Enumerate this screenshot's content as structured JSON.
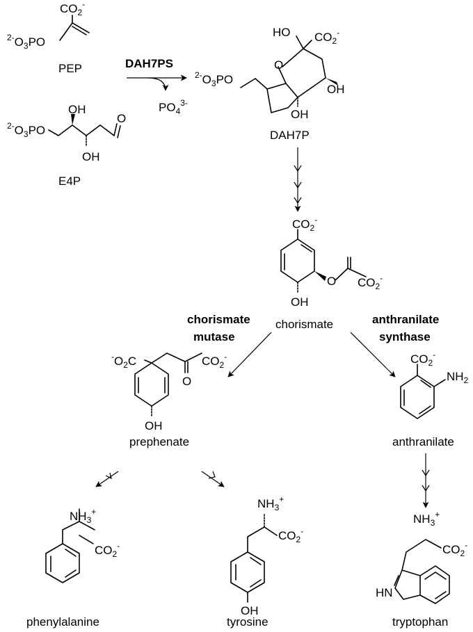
{
  "compounds": {
    "pep": "PEP",
    "e4p": "E4P",
    "dah7p": "DAH7P",
    "chorismate": "chorismate",
    "prephenate": "prephenate",
    "anthranilate": "anthranilate",
    "phenylalanine": "phenylalanine",
    "tyrosine": "tyrosine",
    "tryptophan": "tryptophan"
  },
  "enzymes": {
    "dah7ps": "DAH7PS",
    "chorismate_mutase": [
      "chorismate",
      "mutase"
    ],
    "anthranilate_synthase": [
      "anthranilate",
      "synthase"
    ]
  },
  "byproducts": {
    "phosphate": "PO4 3-"
  },
  "atoms": {
    "co2": "CO2-",
    "o3po": "2-O3PO",
    "o3po_dah7p": "2-O3PO",
    "oh": "OH",
    "ho": "HO",
    "o": "O",
    "nh2": "NH2",
    "nh3": "NH3+",
    "hn": "HN"
  }
}
